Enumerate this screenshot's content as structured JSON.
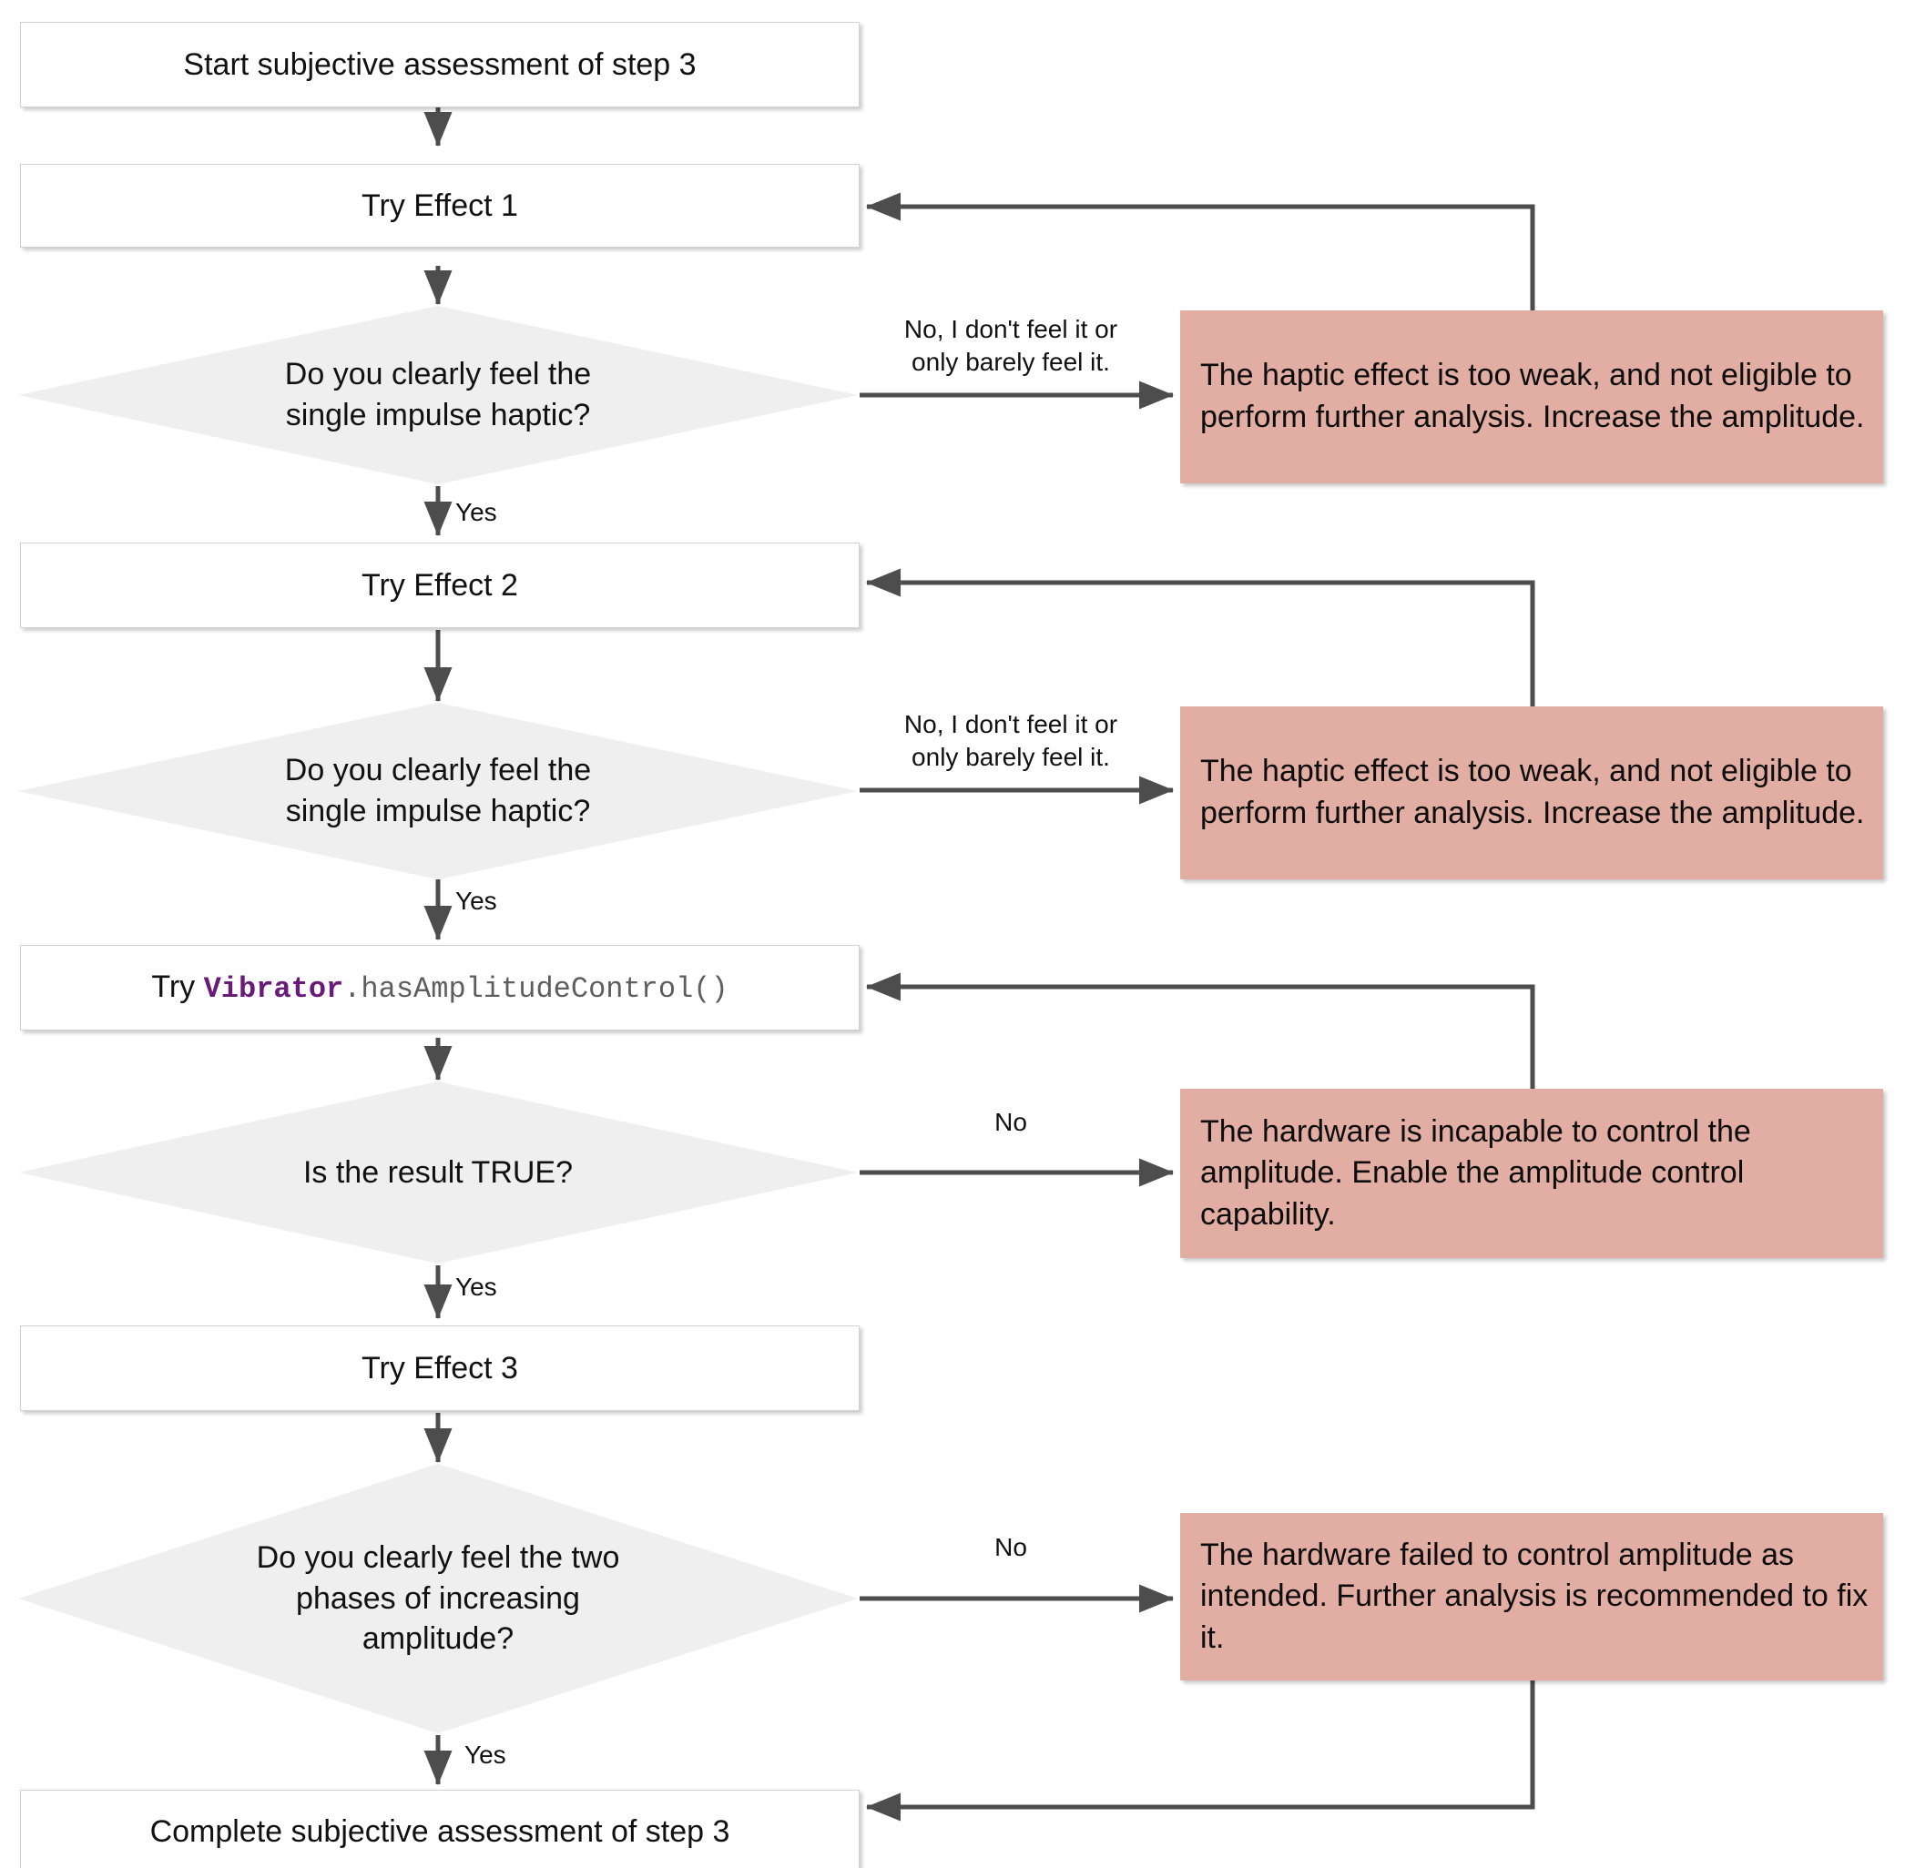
{
  "diagram": {
    "title": "Subjective assessment of step 3 flowchart",
    "colors": {
      "note_fill": "#e2ada3",
      "decision_fill": "#efefef",
      "process_fill": "#ffffff",
      "connector": "#4d4d4d",
      "code_class": "#6a1b7a",
      "code_member": "#5e5e5e"
    }
  },
  "nodes": {
    "start": {
      "label": "Start subjective assessment of step 3"
    },
    "effect1": {
      "label": "Try Effect 1"
    },
    "decision1": {
      "label": "Do you clearly feel the\nsingle impulse haptic?"
    },
    "note1": {
      "label": "The haptic effect is too weak, and not eligible to perform further analysis. Increase the amplitude."
    },
    "effect2": {
      "label": "Try Effect 2"
    },
    "decision2": {
      "label": "Do you clearly feel the\nsingle impulse haptic?"
    },
    "note2": {
      "label": "The haptic effect is too weak, and not eligible to perform further analysis. Increase the amplitude."
    },
    "vibrator_call": {
      "prefix": "Try ",
      "class_name": "Vibrator",
      "member": ".hasAmplitudeControl()"
    },
    "decision3": {
      "label": "Is the result TRUE?"
    },
    "note3": {
      "label": "The hardware is incapable to control the amplitude. Enable the amplitude control capability."
    },
    "effect3": {
      "label": "Try Effect 3"
    },
    "decision4": {
      "label": "Do you clearly feel the two\nphases of increasing\namplitude?"
    },
    "note4": {
      "label": "The hardware failed to control amplitude as intended. Further analysis is recommended to fix it."
    },
    "complete": {
      "label": "Complete subjective assessment of step 3"
    }
  },
  "edge_labels": {
    "d1_no": "No, I don't feel it or\nonly barely feel it.",
    "d1_yes": "Yes",
    "d2_no": "No, I don't feel it or\nonly barely feel it.",
    "d2_yes": "Yes",
    "d3_no": "No",
    "d3_yes": "Yes",
    "d4_no": "No",
    "d4_yes": "Yes"
  }
}
